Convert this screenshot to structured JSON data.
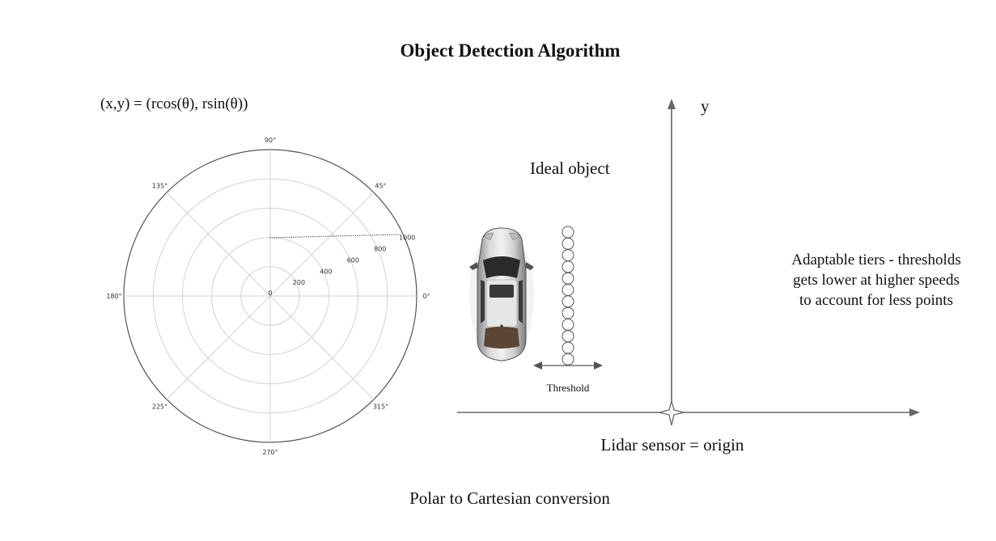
{
  "title": "Object Detection Algorithm",
  "formula": "(x,y) = (rcos(θ), rsin(θ))",
  "polar": {
    "angle_labels": [
      "0°",
      "45°",
      "90°",
      "135°",
      "180°",
      "225°",
      "270°",
      "315°"
    ],
    "radial_labels": [
      "0",
      "200",
      "400",
      "600",
      "800",
      "1000"
    ],
    "rmax": 1000,
    "rings": [
      200,
      400,
      600,
      800,
      1000
    ]
  },
  "ideal_object_label": "Ideal object",
  "threshold_label": "Threshold",
  "y_axis_label": "y",
  "tiers_text": [
    "Adaptable tiers - thresholds",
    "gets lower at higher speeds",
    "to account for less points"
  ],
  "origin_label": "Lidar sensor = origin",
  "caption": "Polar to Cartesian conversion",
  "icons": {
    "car": "car-top-view-icon",
    "sensor": "lidar-sensor-star-icon"
  }
}
